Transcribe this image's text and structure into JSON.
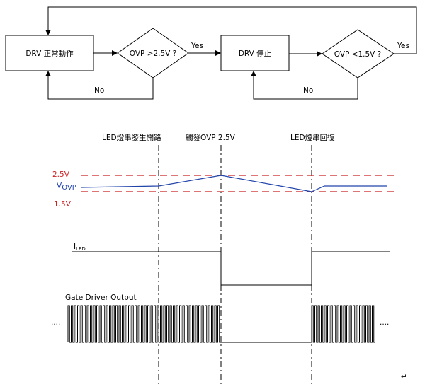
{
  "flowchart": {
    "box_drv_normal": "DRV 正常動作",
    "diamond_ovp_high": "OVP >2.5V ?",
    "yes_1": "Yes",
    "no_1": "No",
    "box_drv_stop": "DRV 停止",
    "diamond_ovp_low": "OVP <1.5V ?",
    "yes_2": "Yes",
    "no_2": "No"
  },
  "timing": {
    "event_open": "LED燈串發生開路",
    "event_trigger": "觸發OVP 2.5V",
    "event_recover": "LED燈串回復",
    "level_high": "2.5V",
    "level_low": "1.5V",
    "vovp_main": "V",
    "vovp_sub": "OVP",
    "iled_main": "I",
    "iled_sub": "LED",
    "gate_label": "Gate Driver Output",
    "ellipsis_left": "····",
    "ellipsis_right": "····",
    "return_mark": "↵"
  },
  "colors": {
    "threshold_line": "#cc2222",
    "vovp_line": "#2244aa",
    "stroke": "#000000"
  }
}
